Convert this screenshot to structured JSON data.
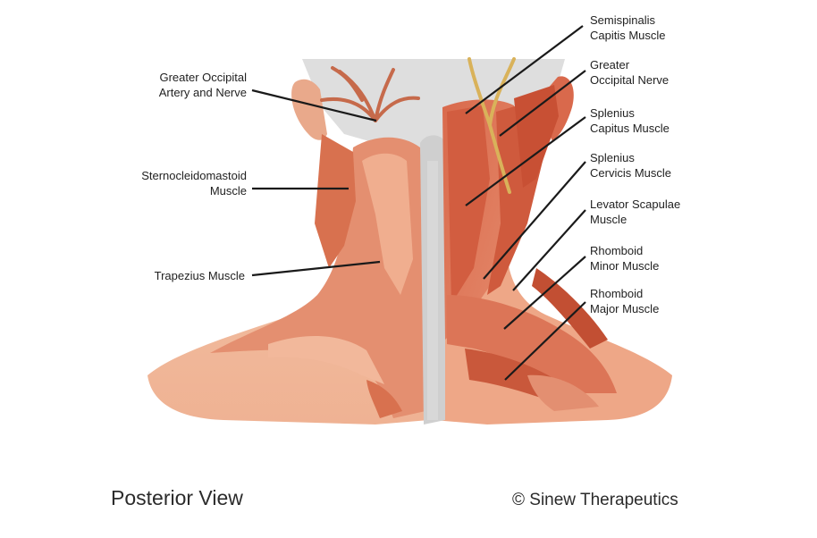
{
  "labels": {
    "greater_occipital_artery": [
      "Greater Occipital",
      "Artery and Nerve"
    ],
    "sternocleidomastoid": [
      "Sternocleidomastoid",
      "Muscle"
    ],
    "trapezius": [
      "Trapezius Muscle"
    ],
    "semispinalis_capitis": [
      "Semispinalis",
      "Capitis Muscle"
    ],
    "greater_occipital_nerve": [
      "Greater",
      "Occipital Nerve"
    ],
    "splenius_capitus": [
      "Splenius",
      "Capitus Muscle"
    ],
    "splenius_cervicis": [
      "Splenius",
      "Cervicis Muscle"
    ],
    "levator_scapulae": [
      "Levator Scapulae",
      "Muscle"
    ],
    "rhomboid_minor": [
      "Rhomboid",
      "Minor Muscle"
    ],
    "rhomboid_major": [
      "Rhomboid",
      "Major Muscle"
    ]
  },
  "footer": {
    "view": "Posterior View",
    "copyright": "© Sinew Therapeutics"
  },
  "colors": {
    "skin": "#efb597",
    "skin_dark": "#e39b7b",
    "muscle": "#d9684a",
    "muscle_dark": "#c24f33",
    "bone": "#dcdcdc",
    "nerve": "#d9b25a",
    "leader": "#1a1a1a"
  }
}
